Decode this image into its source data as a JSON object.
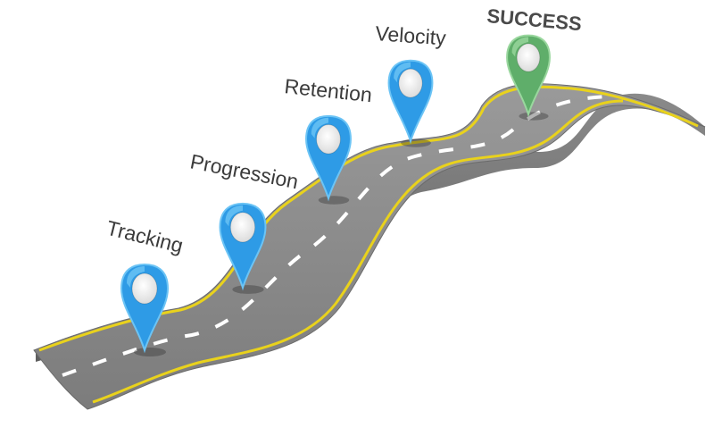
{
  "roadmap": {
    "stages": [
      {
        "label": "Tracking",
        "pin_color": "#2e9be6",
        "pin_light": "#6cc4f5"
      },
      {
        "label": "Progression",
        "pin_color": "#2e9be6",
        "pin_light": "#6cc4f5"
      },
      {
        "label": "Retention",
        "pin_color": "#2e9be6",
        "pin_light": "#6cc4f5"
      },
      {
        "label": "Velocity",
        "pin_color": "#2e9be6",
        "pin_light": "#6cc4f5"
      }
    ],
    "goal": {
      "label": "SUCCESS",
      "pin_color": "#5fae6a",
      "pin_light": "#9ad79e"
    },
    "road_color": "#8f8f8f",
    "road_edge_color": "#e9d21c",
    "center_line_color": "#ffffff"
  }
}
